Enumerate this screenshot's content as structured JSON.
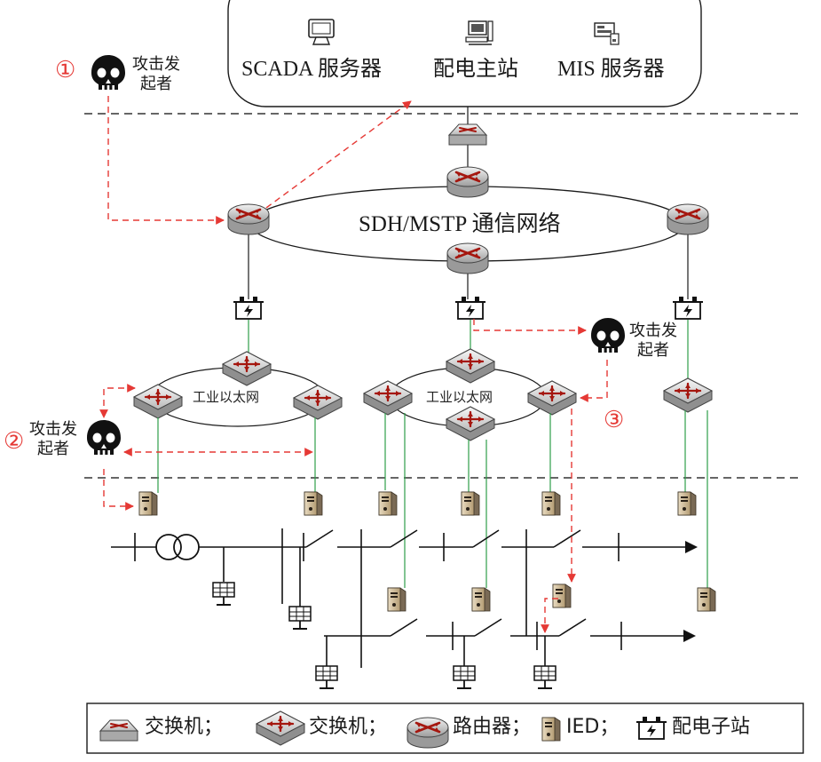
{
  "servers": {
    "scada": "SCADA 服务器",
    "master": "配电主站",
    "mis": "MIS 服务器"
  },
  "network": {
    "sdh_label": "SDH/MSTP 通信网络",
    "ethernet_label": "工业以太网"
  },
  "attackers": [
    {
      "number": "①",
      "label": "攻击发起者"
    },
    {
      "number": "②",
      "label": "攻击发起者"
    },
    {
      "number": "③",
      "label": "攻击发起者"
    }
  ],
  "legend": {
    "switch_flat": "交换机；",
    "switch_layer": "交换机；",
    "router": "路由器；",
    "ied": "IED；",
    "substation": "配电子站"
  },
  "colors": {
    "attack_path": "#e53935",
    "network_line": "#1a1a1a",
    "ied_link": "#2e9e4a",
    "device_icon": "#a5170f"
  },
  "icons": [
    "monitor-icon",
    "workstation-icon",
    "server-icon",
    "switch-icon",
    "router-icon",
    "substation-icon",
    "ied-icon",
    "solar-panel-icon",
    "transformer-icon",
    "skull-icon"
  ]
}
